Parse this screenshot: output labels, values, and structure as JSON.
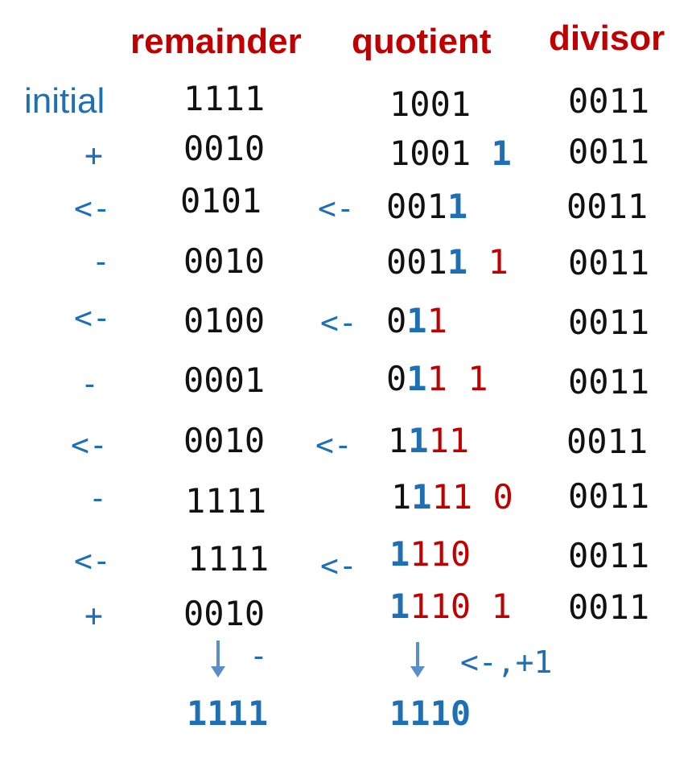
{
  "headers": {
    "remainder": "remainder",
    "quotient": "quotient",
    "divisor": "divisor"
  },
  "left_labels": {
    "initial": "initial",
    "row2": "+",
    "row3": "<-",
    "row4": "-",
    "row5": "<-",
    "row6": "-",
    "row7": "<-",
    "row8": "-",
    "row9": "<-",
    "row10": "+"
  },
  "remainder": [
    "1111",
    "0010",
    "0101",
    "0010",
    "0100",
    "0001",
    "0010",
    "1111",
    "1111",
    "0010"
  ],
  "quotient_shift_ops": {
    "row3": "<-",
    "row5": "<-",
    "row7": "<-",
    "row9": "<-"
  },
  "quotient": {
    "row1": "1001",
    "row2_a": "1001",
    "row2_bit": "1",
    "row3_a": "001",
    "row3_b": "1",
    "row4_a": "001",
    "row4_b": "1",
    "row4_bit": "1",
    "row5_a": "0",
    "row5_b": "1",
    "row5_c": "1",
    "row6_a": "0",
    "row6_b": "1",
    "row6_c": "1",
    "row6_bit": "1",
    "row7_a": "1",
    "row7_b": "1",
    "row7_c": "11",
    "row8_a": "1",
    "row8_b": "1",
    "row8_c": "11",
    "row8_bit": "0",
    "row9_a": "1",
    "row9_b": "110",
    "row10_a": "1",
    "row10_b": "110",
    "row10_bit": "1"
  },
  "divisor": [
    "0011",
    "0011",
    "0011",
    "0011",
    "0011",
    "0011",
    "0011",
    "0011",
    "0011",
    "0011"
  ],
  "final": {
    "remainder_op": "-",
    "quotient_op": "<-,+1",
    "remainder": "1111",
    "quotient": "1110"
  },
  "colors": {
    "header": "#c00000",
    "operation": "#1f6fb5",
    "digit": "#111111",
    "arrow": "#5b8ec9"
  }
}
